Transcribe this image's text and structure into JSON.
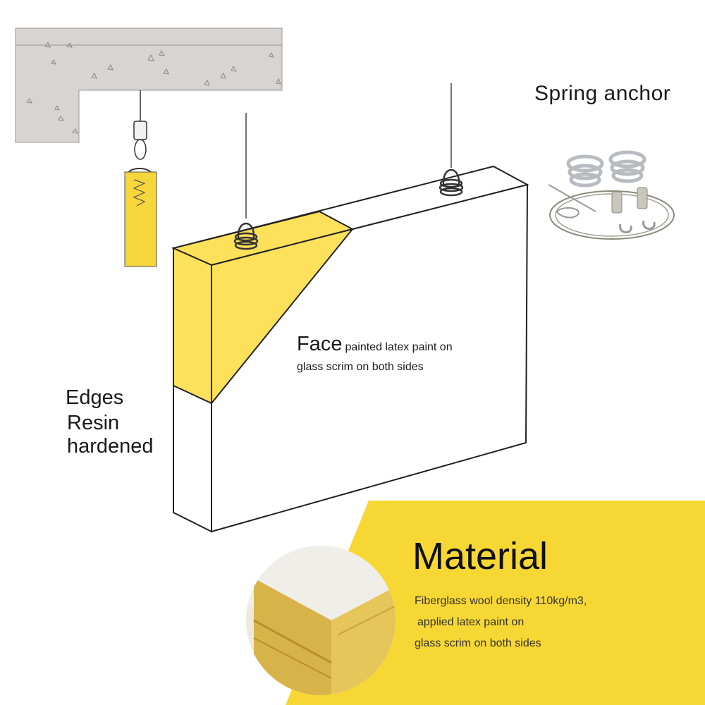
{
  "labels": {
    "spring_anchor": "Spring anchor",
    "face_title": "Face",
    "face_desc_line1": "painted latex paint on",
    "face_desc_line2": "glass scrim on both sides",
    "edges_line1": "Edges",
    "edges_line2": "Resin",
    "edges_line3": "hardened",
    "material_title": "Material",
    "material_line1": "Fiberglass wool  density 110kg/m3,",
    "material_line2": " applied latex paint on",
    "material_line3": "glass scrim on both sides"
  },
  "colors": {
    "accent_yellow": "#f6d63a",
    "panel_yellow": "#fde65a",
    "concrete": "#d6d3d0",
    "outline": "#222222",
    "wire": "#444444"
  },
  "icons": [
    "spring-anchor-hardware",
    "ceiling-hook",
    "wire-loop"
  ]
}
